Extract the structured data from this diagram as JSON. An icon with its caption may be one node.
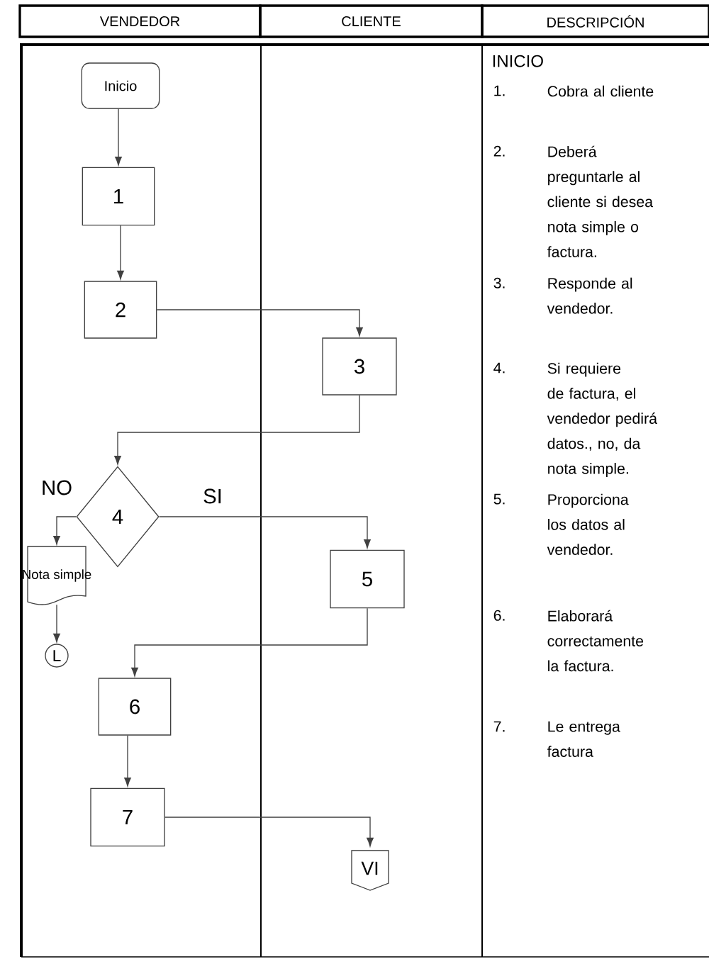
{
  "diagram": {
    "nodes": [
      {
        "text": [
          "Inicio"
        ]
      },
      {
        "text": [
          "1"
        ]
      },
      {
        "text": [
          "2"
        ]
      },
      {
        "text": [
          "3"
        ]
      },
      {
        "text": [
          "4"
        ]
      },
      {
        "text": [
          "Nota simple"
        ]
      },
      {
        "text": [
          "L"
        ]
      },
      {
        "text": [
          "5"
        ]
      },
      {
        "text": [
          "6"
        ]
      },
      {
        "text": [
          "7"
        ]
      },
      {
        "text": [
          "VI"
        ]
      }
    ],
    "edges": [
      {
        "from": 0,
        "to": 1,
        "arrow": "to"
      },
      {
        "from": 1,
        "to": 2,
        "arrow": "to"
      },
      {
        "from": 2,
        "to": 3,
        "arrow": "to"
      },
      {
        "from": 3,
        "to": 4,
        "arrow": "to"
      },
      {
        "from": 4,
        "to": 5,
        "arrow": "to",
        "label": "NO"
      },
      {
        "from": 4,
        "to": 7,
        "arrow": "to",
        "label": "SI"
      },
      {
        "from": 5,
        "to": 6,
        "arrow": "to"
      },
      {
        "from": 7,
        "to": 8,
        "arrow": "to"
      },
      {
        "from": 8,
        "to": 9,
        "arrow": "to"
      },
      {
        "from": 9,
        "to": 10,
        "arrow": "to"
      }
    ],
    "labels": [
      "VENDEDOR",
      "CLIENTE",
      "DESCRIPCIÓN",
      "INICIO",
      "1.",
      "Cobra al cliente",
      "2.",
      "Deberá preguntarle al cliente si desea nota simple o factura.",
      "3.",
      "Responde al vendedor.",
      "4.",
      "Si requiere de factura, el vendedor pedirá datos., no, da nota simple.",
      "5.",
      "Proporciona los datos al vendedor.",
      "6.",
      "Elaborará correctamente la factura.",
      "7.",
      "Le entrega factura"
    ]
  }
}
